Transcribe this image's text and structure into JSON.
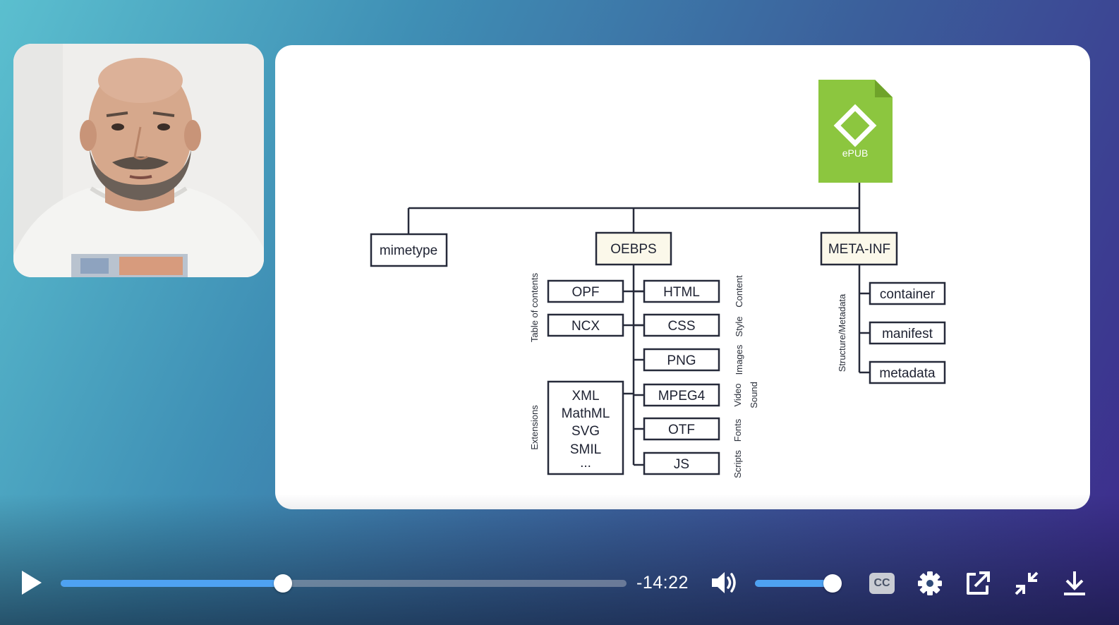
{
  "player": {
    "time_remaining": "-14:22",
    "progress": 0.393,
    "volume": 0.92,
    "accent_color": "#4ea2f2",
    "icons": {
      "play": "play-icon",
      "volume": "volume-icon",
      "captions": "closed-captions-icon",
      "captions_label": "CC",
      "settings": "gear-icon",
      "share": "external-link-icon",
      "fullscreen": "exit-fullscreen-icon",
      "download": "download-icon"
    }
  },
  "slide": {
    "logo_label": "ePUB",
    "logo_color": "#8cc63f",
    "root_nodes": {
      "mimetype": "mimetype",
      "oebps": "OEBPS",
      "meta_inf": "META-INF"
    },
    "oebps_left": {
      "opf": "OPF",
      "ncx": "NCX",
      "extensions": [
        "XML",
        "MathML",
        "SVG",
        "SMIL",
        "..."
      ]
    },
    "oebps_right": [
      "HTML",
      "CSS",
      "PNG",
      "MPEG4",
      "OTF",
      "JS"
    ],
    "meta_inf_children": [
      "container",
      "manifest",
      "metadata"
    ],
    "side_labels": {
      "toc": "Table of contents",
      "extensions": "Extensions",
      "content": "Content",
      "style": "Style",
      "images": "Images",
      "video": "Video",
      "sound": "Sound",
      "fonts": "Fonts",
      "scripts": "Scripts",
      "structure": "Structure/Metadata"
    }
  }
}
